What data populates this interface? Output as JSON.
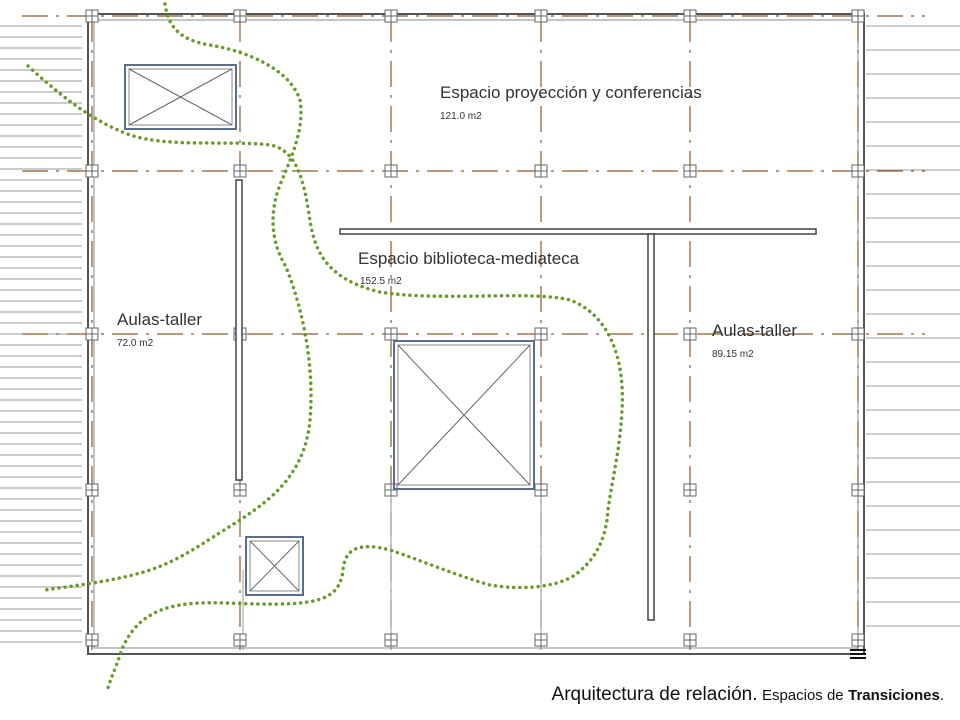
{
  "rooms": [
    {
      "id": "conferencias",
      "name": "Espacio proyección y conferencias",
      "area": "121.0 m2"
    },
    {
      "id": "biblioteca",
      "name": "Espacio biblioteca-mediateca",
      "area": "152.5 m2"
    },
    {
      "id": "aulas-left",
      "name": "Aulas-taller",
      "area": "72.0 m2"
    },
    {
      "id": "aulas-right",
      "name": "Aulas-taller",
      "area": "89.15 m2"
    }
  ],
  "caption": {
    "main": "Arquitectura de relación.",
    "sub": "Espacios de",
    "bold": "Transiciones",
    "end": "."
  },
  "colors": {
    "wall": "#555555",
    "grid_axis": "#8b5a2b",
    "transition_path": "#6b9a2a",
    "void_frame": "#5a6f8f",
    "column": "#666666"
  }
}
